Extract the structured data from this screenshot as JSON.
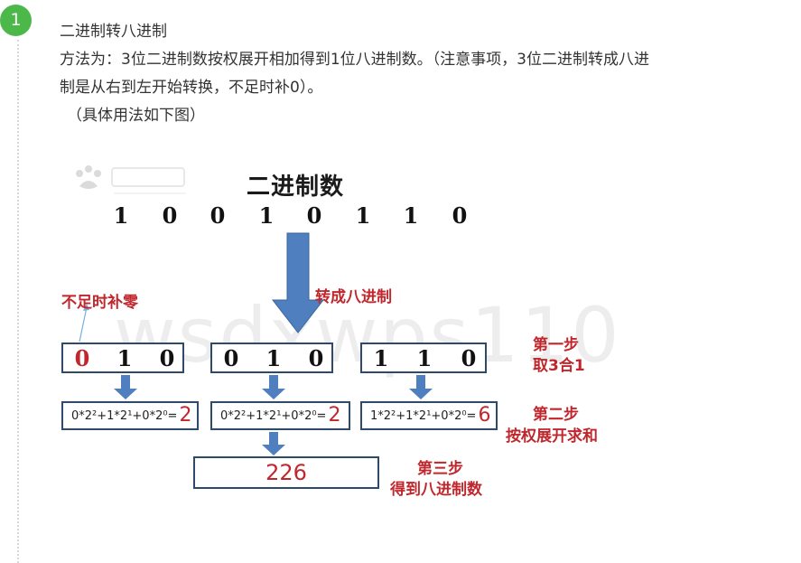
{
  "step": {
    "number": "1"
  },
  "text": {
    "heading": "二进制转八进制",
    "line1": "方法为：3位二进制数按权展开相加得到1位八进制数。（注意事项，3位二进制转成八进",
    "line2": "制是从右到左开始转换，不足时补0）。",
    "line3": "（具体用法如下图）"
  },
  "figure": {
    "title": "二进制数",
    "bits": [
      "1",
      "0",
      "0",
      "1",
      "0",
      "1",
      "1",
      "0"
    ],
    "convert_label": "转成八进制",
    "pad_label": "不足时补零",
    "step1": {
      "line1": "第一步",
      "line2": "取3合1"
    },
    "step2": {
      "line1": "第二步",
      "line2": "按权展开求和"
    },
    "step3": {
      "line1": "第三步",
      "line2": "得到八进制数"
    },
    "groups": [
      {
        "bits": [
          "0",
          "1",
          "0"
        ],
        "formula": "0*2²+1*2¹+0*2⁰=",
        "result": "2"
      },
      {
        "bits": [
          "0",
          "1",
          "0"
        ],
        "formula": "0*2²+1*2¹+0*2⁰=",
        "result": "2"
      },
      {
        "bits": [
          "1",
          "1",
          "0"
        ],
        "formula": "1*2²+1*2¹+0*2⁰=",
        "result": "6"
      }
    ],
    "final_result": "226",
    "watermark_text": "wsdxwps110"
  },
  "colors": {
    "badge": "#4db84a",
    "arrow": "#4f7fbf",
    "accent_red": "#c0272d",
    "box_border": "#2e4a6b"
  }
}
